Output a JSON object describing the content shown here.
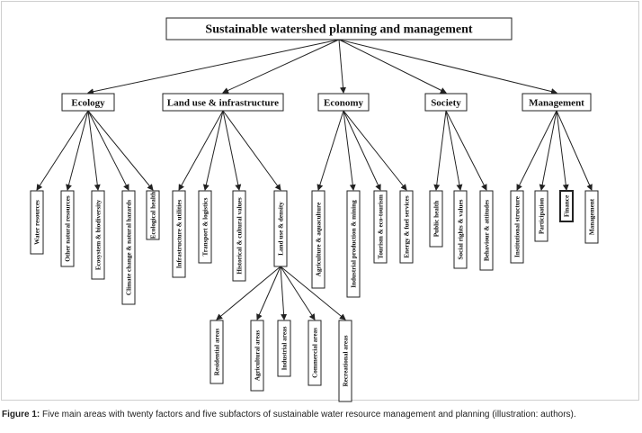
{
  "diagram": {
    "root": "Sustainable watershed planning and management",
    "categories": [
      {
        "label": "Ecology",
        "factors": [
          "Water resources",
          "Other natural resources",
          "Ecosystem & biodiversity",
          "Climate change & natural hazards",
          "Ecological health"
        ]
      },
      {
        "label": "Land use & infrastructure",
        "factors": [
          "Infrastructure & utilities",
          "Transport & logistics",
          "Historical & cultural values",
          "Land use & density"
        ]
      },
      {
        "label": "Economy",
        "factors": [
          "Agriculture & aquaculture",
          "Industrial production & mining",
          "Tourism & eco-tourism",
          "Energy & fuel services"
        ]
      },
      {
        "label": "Society",
        "factors": [
          "Public health",
          "Social rights & values",
          "Behaviour & attitudes"
        ]
      },
      {
        "label": "Management",
        "factors": [
          "Institutional structure",
          "Participation",
          "Finance",
          "Management"
        ]
      }
    ],
    "subfactors_parent": "Land use & density",
    "subfactors": [
      "Residential areas",
      "Agricultural areas",
      "Industrial areas",
      "Commercial areas",
      "Recreational areas"
    ]
  },
  "caption": {
    "label": "Figure 1:",
    "text": " Five main areas with twenty factors and five subfactors of sustainable water resource management and planning (illustration: authors)."
  }
}
